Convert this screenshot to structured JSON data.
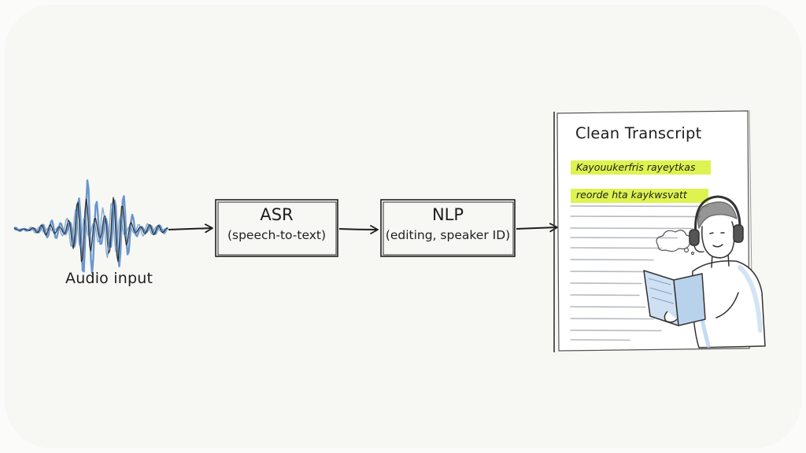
{
  "colors": {
    "ink": "#1e1e1e",
    "wave_blue": "#4f86c6",
    "highlight": "#dcf247",
    "paper": "#ffffff",
    "paper_lines": "#b5b9bf",
    "person_blue": "#9ec3e8"
  },
  "audio": {
    "label": "Audio input",
    "icon": "waveform-icon"
  },
  "stages": [
    {
      "title": "ASR",
      "subtitle": "(speech-to-text)"
    },
    {
      "title": "NLP",
      "subtitle": "(editing, speaker ID)"
    }
  ],
  "transcript": {
    "title": "Clean Transcript",
    "highlighted_lines": [
      "Kayouukerfris rayeytkas",
      "reorde hta kaykwsvatt"
    ],
    "icons": [
      "thought-cloud-icon",
      "person-with-headphones-icon",
      "book-icon"
    ]
  }
}
